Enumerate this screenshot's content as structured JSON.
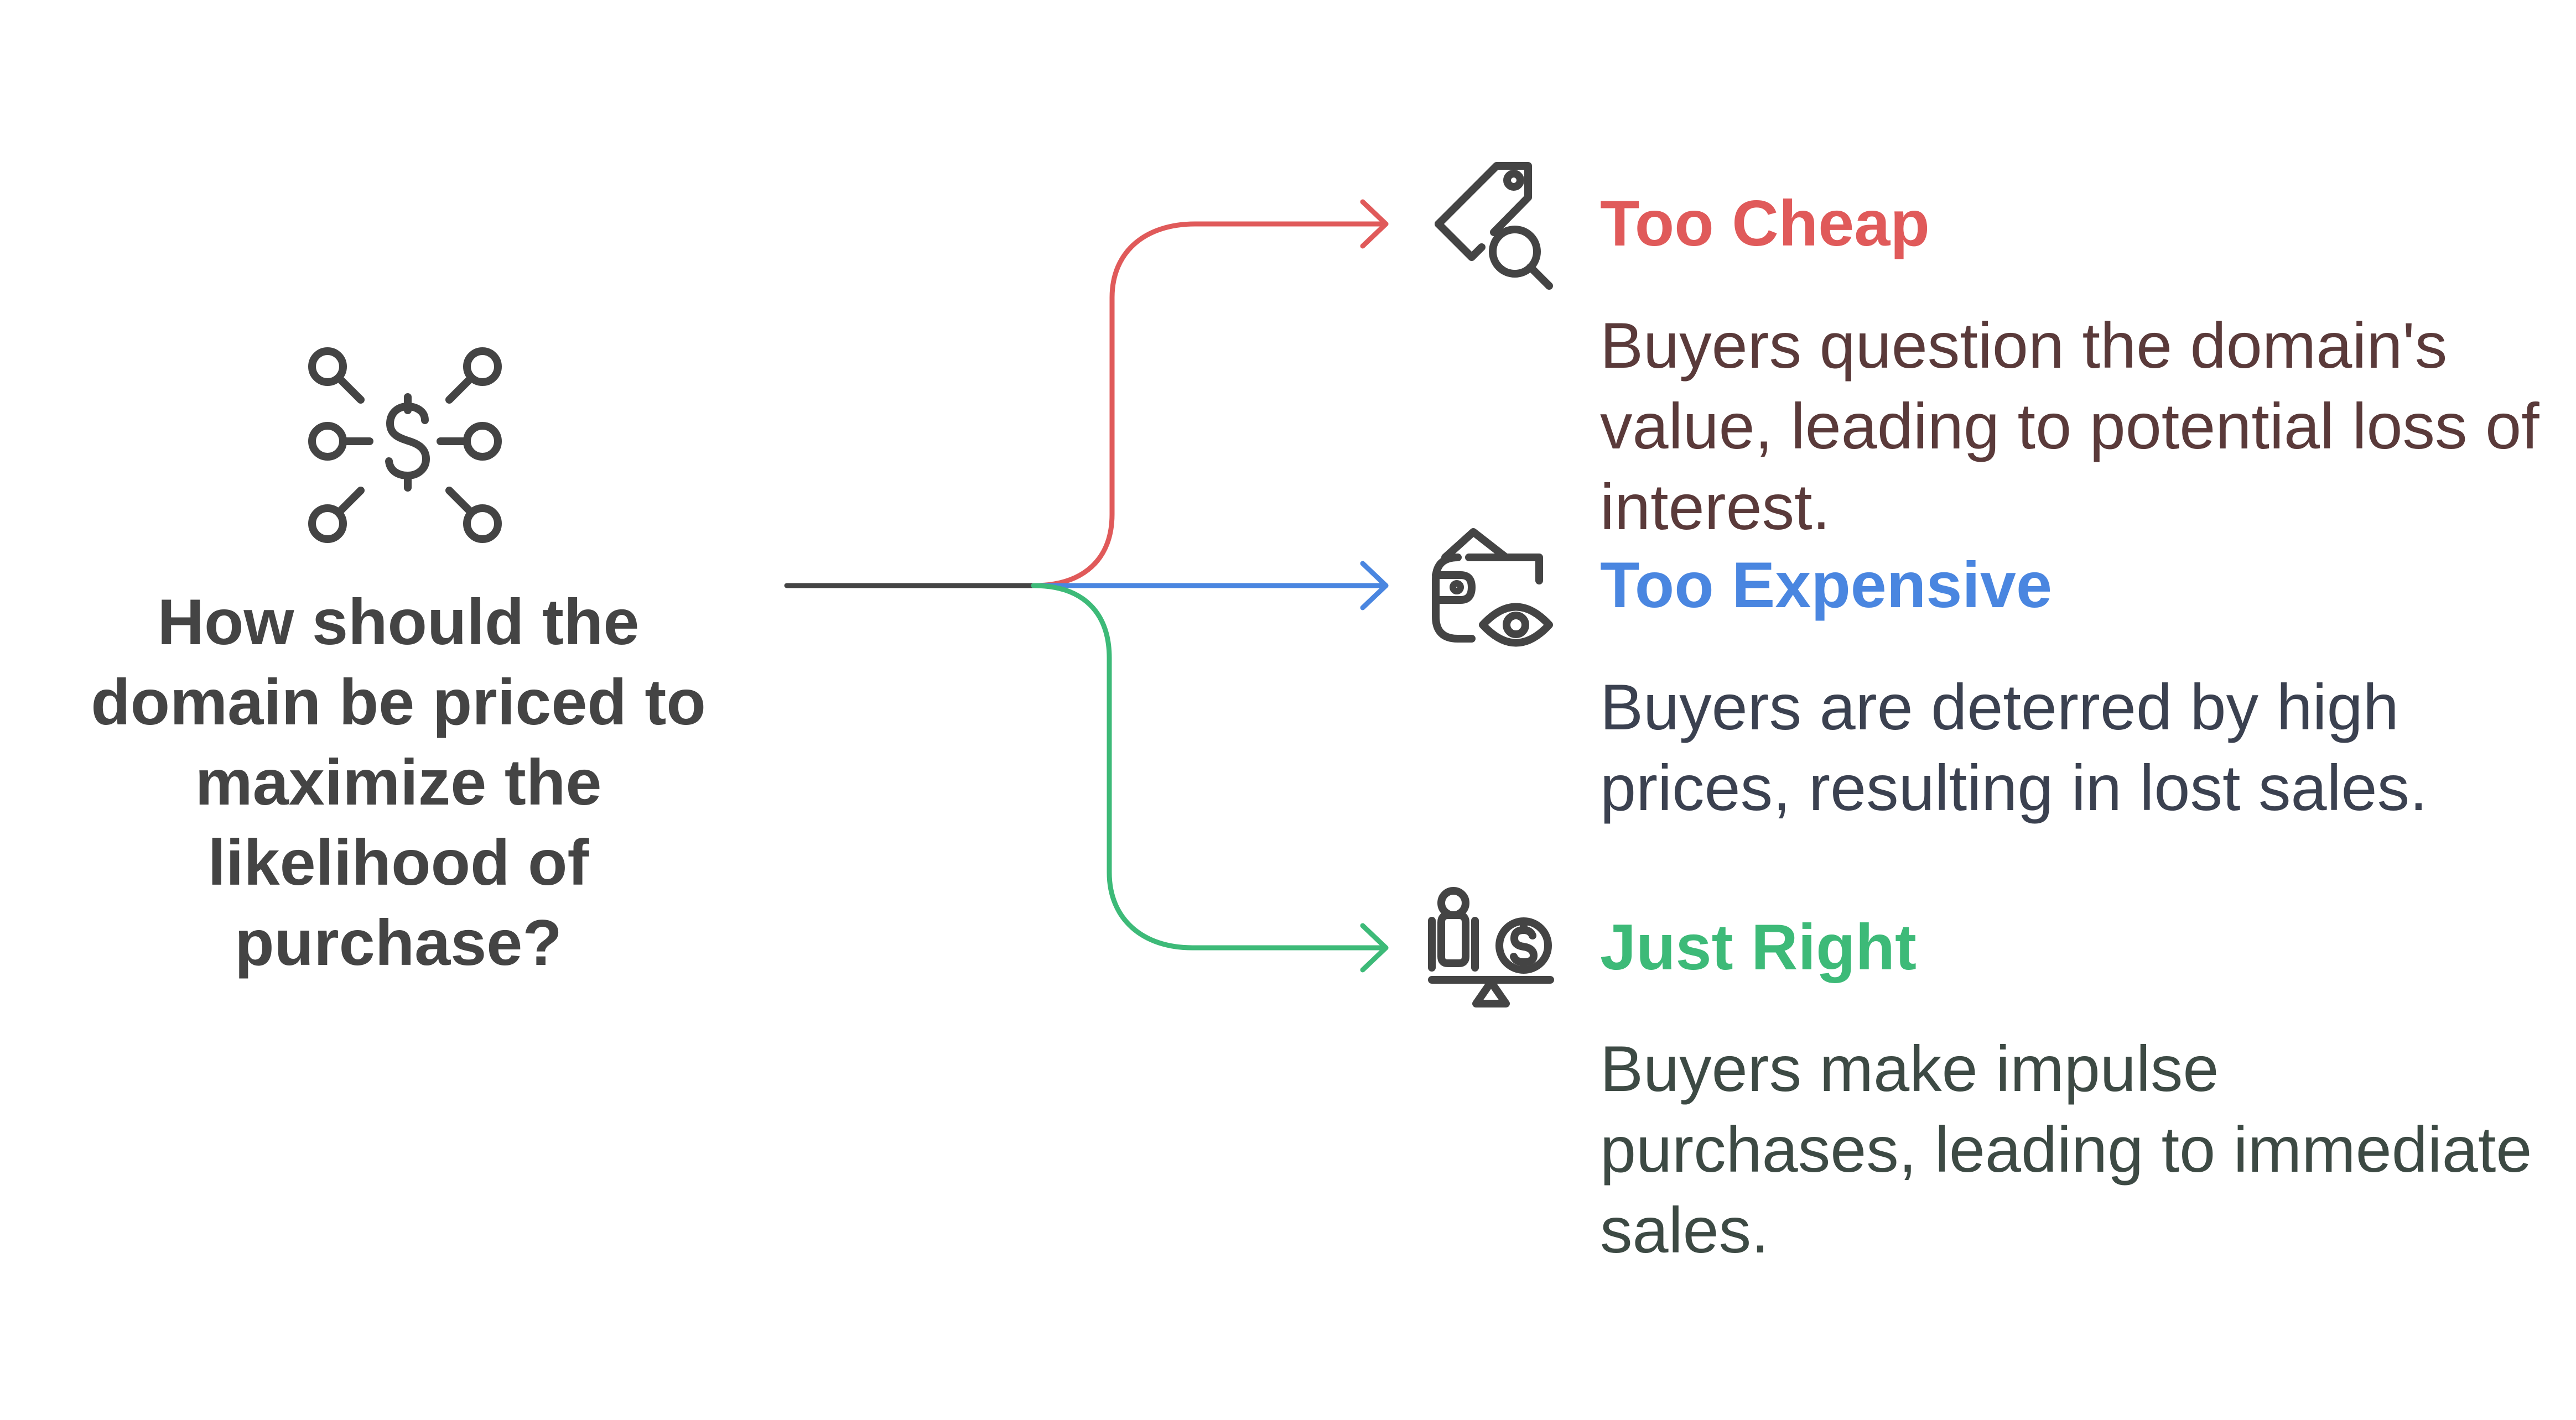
{
  "question": "How should the domain be priced to maximize the likelihood of purchase?",
  "colors": {
    "stem": "#444444",
    "icon": "#444444",
    "too_cheap": "#e05a5a",
    "too_expensive": "#4a86e0",
    "just_right": "#3dba78"
  },
  "options": {
    "too_cheap": {
      "title": "Too Cheap",
      "description": "Buyers question the domain's value, leading to potential loss of interest.",
      "icon": "price-tag-search-icon"
    },
    "too_expensive": {
      "title": "Too Expensive",
      "description": "Buyers are deterred by high prices, resulting in lost sales.",
      "icon": "wallet-eye-icon"
    },
    "just_right": {
      "title": "Just Right",
      "description": "Buyers make impulse purchases, leading to immediate sales.",
      "icon": "person-balance-coin-icon"
    }
  },
  "question_icon": "dollar-network-icon"
}
